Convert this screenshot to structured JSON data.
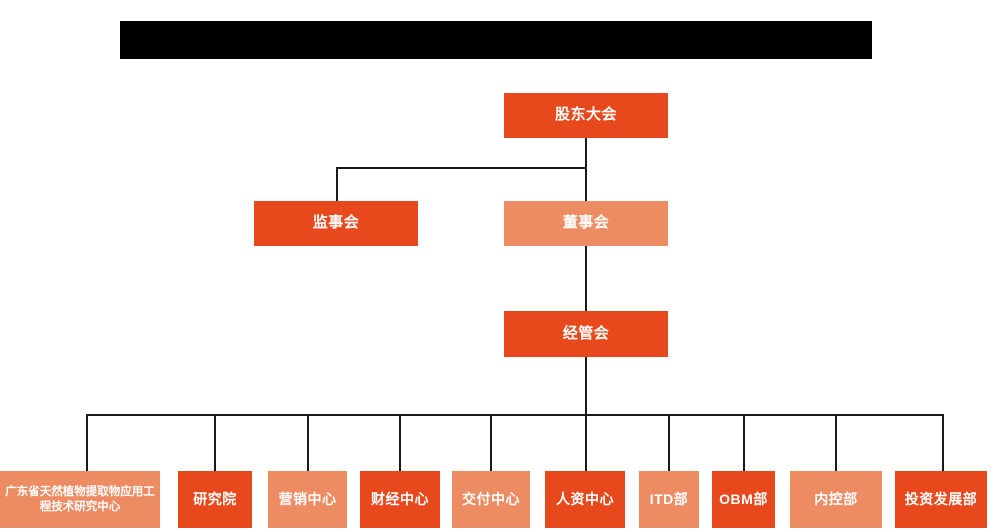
{
  "diagram": {
    "type": "organization-chart",
    "title_bar": {
      "redacted": true,
      "color": "#000000",
      "text": ""
    },
    "colors": {
      "background": "#ffffff",
      "node_dark": "#E8491C",
      "node_light": "#ED8B63",
      "connector": "#1a1a1a",
      "node_text": "#ffffff"
    },
    "levels": [
      {
        "level": 1,
        "nodes": [
          {
            "id": "shareholders",
            "label": "股东大会",
            "shade": "dark"
          }
        ]
      },
      {
        "level": 2,
        "nodes": [
          {
            "id": "supervisors",
            "label": "监事会",
            "shade": "dark"
          },
          {
            "id": "directors",
            "label": "董事会",
            "shade": "light"
          }
        ]
      },
      {
        "level": 3,
        "nodes": [
          {
            "id": "management",
            "label": "经管会",
            "shade": "dark"
          }
        ]
      },
      {
        "level": 4,
        "nodes": [
          {
            "id": "research-center",
            "label": "广东省天然植物提取物应用工程技术研究中心",
            "shade": "light"
          },
          {
            "id": "institute",
            "label": "研究院",
            "shade": "dark"
          },
          {
            "id": "marketing",
            "label": "营销中心",
            "shade": "light"
          },
          {
            "id": "finance",
            "label": "财经中心",
            "shade": "dark"
          },
          {
            "id": "delivery",
            "label": "交付中心",
            "shade": "light"
          },
          {
            "id": "hr",
            "label": "人资中心",
            "shade": "dark"
          },
          {
            "id": "itd",
            "label": "ITD部",
            "shade": "light"
          },
          {
            "id": "obm",
            "label": "OBM部",
            "shade": "dark"
          },
          {
            "id": "internal-control",
            "label": "内控部",
            "shade": "light"
          },
          {
            "id": "investment",
            "label": "投资发展部",
            "shade": "dark"
          }
        ]
      }
    ]
  }
}
